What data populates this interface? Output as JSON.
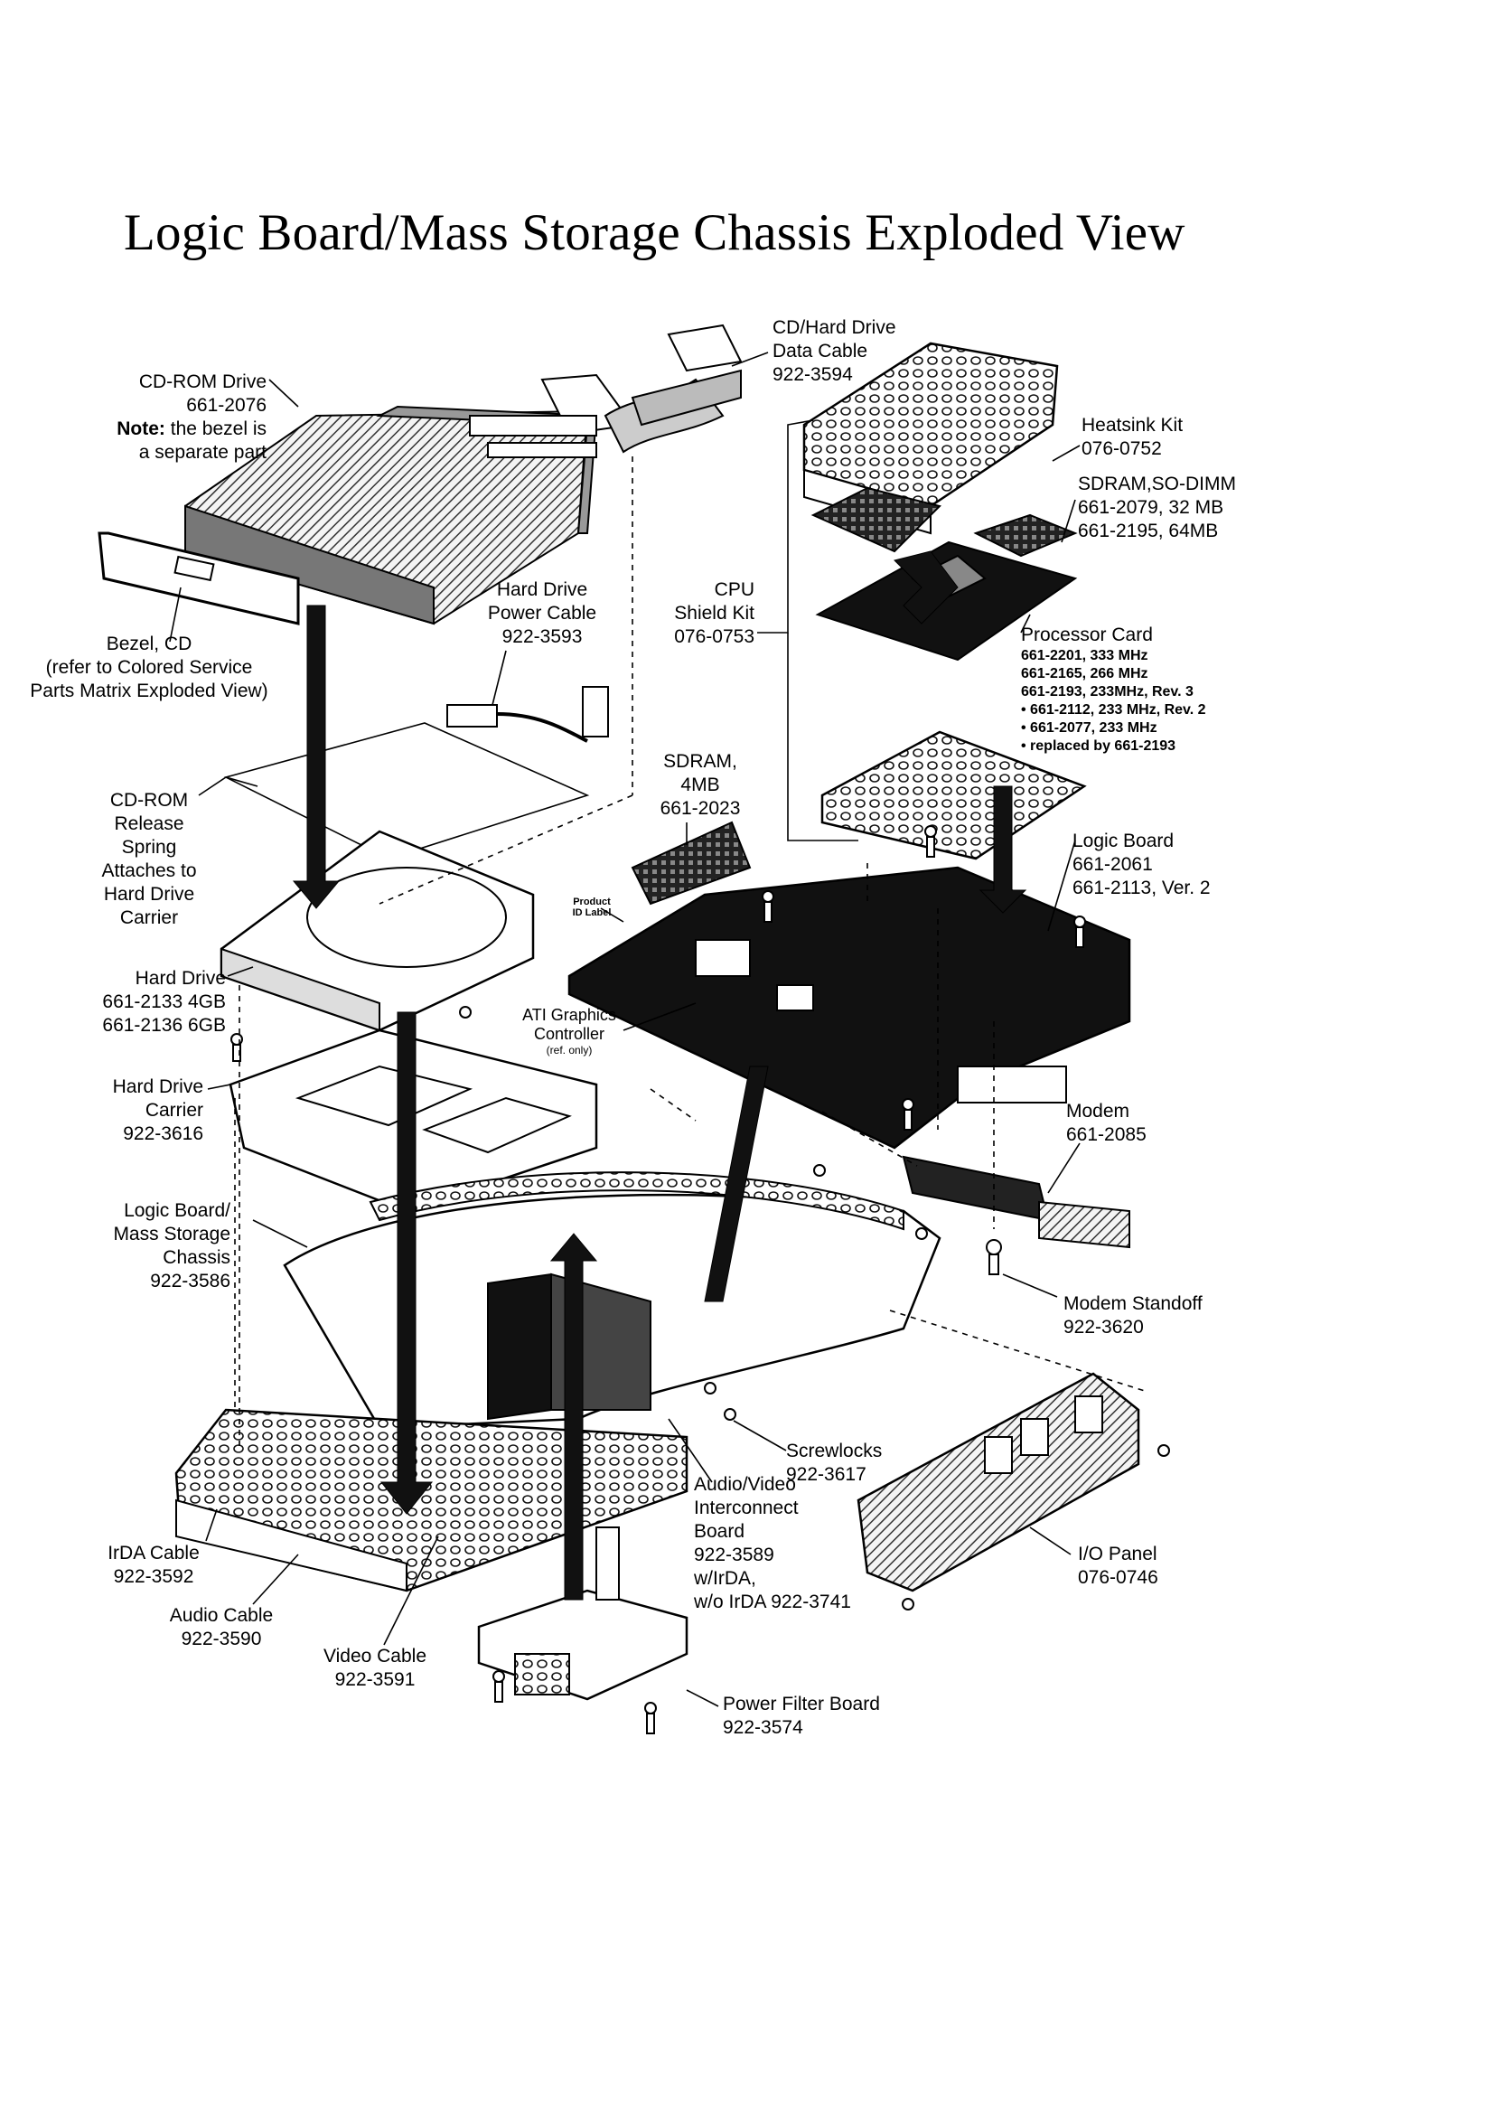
{
  "title": "Logic Board/Mass Storage Chassis Exploded View",
  "labels": {
    "cd_rom_drive": [
      "CD-ROM Drive",
      "661-2076",
      "the bezel is",
      "a separate part"
    ],
    "cd_rom_note_prefix": "Note:",
    "data_cable": [
      "CD/Hard Drive",
      "Data Cable",
      "922-3594"
    ],
    "heatsink": [
      "Heatsink Kit",
      "076-0752"
    ],
    "sdram_sodimm": [
      "SDRAM,SO-DIMM",
      "661-2079, 32 MB",
      "661-2195, 64MB"
    ],
    "bezel": [
      "Bezel, CD",
      "(refer to Colored Service",
      "Parts Matrix Exploded View)"
    ],
    "hd_power_cable": [
      "Hard Drive",
      "Power Cable",
      "922-3593"
    ],
    "cpu_shield": [
      "CPU",
      "Shield Kit",
      "076-0753"
    ],
    "processor_card": [
      "Processor Card",
      "661-2201, 333 MHz",
      "661-2165, 266 MHz",
      "661-2193, 233MHz, Rev. 3",
      "• 661-2112, 233 MHz, Rev. 2",
      "• 661-2077, 233 MHz",
      "• replaced by  661-2193"
    ],
    "cd_rom_spring": [
      "CD-ROM",
      "Release",
      "Spring",
      "Attaches to",
      "Hard Drive",
      "Carrier"
    ],
    "sdram_4mb": [
      "SDRAM,",
      "4MB",
      "661-2023"
    ],
    "logic_board": [
      "Logic Board",
      "661-2061",
      "661-2113, Ver. 2"
    ],
    "product_id": [
      "Product",
      "ID Label"
    ],
    "hard_drive": [
      "Hard Drive",
      "661-2133 4GB",
      "661-2136 6GB"
    ],
    "ati_graphics": [
      "ATI Graphics",
      "Controller",
      "(ref. only)"
    ],
    "hd_carrier": [
      "Hard Drive",
      "Carrier",
      "922-3616"
    ],
    "modem": [
      "Modem",
      "661-2085"
    ],
    "chassis": [
      "Logic Board/",
      "Mass Storage",
      "Chassis",
      "922-3586"
    ],
    "modem_standoff": [
      "Modem Standoff",
      "922-3620"
    ],
    "screwlocks": [
      "Screwlocks",
      "922-3617"
    ],
    "av_board": [
      "Audio/Video",
      "Interconnect",
      "Board",
      "922-3589",
      " w/IrDA,",
      "w/o IrDA  922-3741"
    ],
    "irda_cable": [
      "IrDA Cable",
      "922-3592"
    ],
    "io_panel": [
      "I/O Panel",
      "076-0746"
    ],
    "audio_cable": [
      "Audio Cable",
      "922-3590"
    ],
    "video_cable": [
      "Video Cable",
      "922-3591"
    ],
    "power_filter": [
      "Power Filter Board",
      "922-3574"
    ]
  }
}
